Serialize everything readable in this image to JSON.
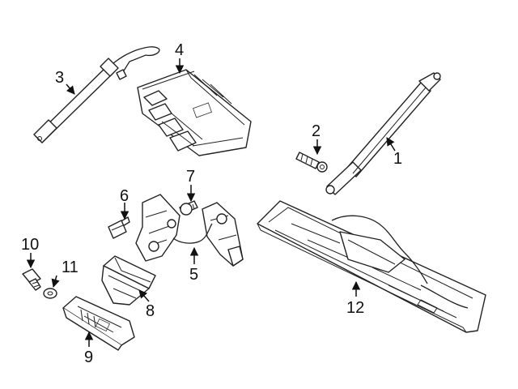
{
  "diagram": {
    "callouts": [
      "1",
      "2",
      "3",
      "4",
      "5",
      "6",
      "7",
      "8",
      "9",
      "10",
      "11",
      "12"
    ],
    "line_color": "#222222",
    "background": "#ffffff"
  }
}
